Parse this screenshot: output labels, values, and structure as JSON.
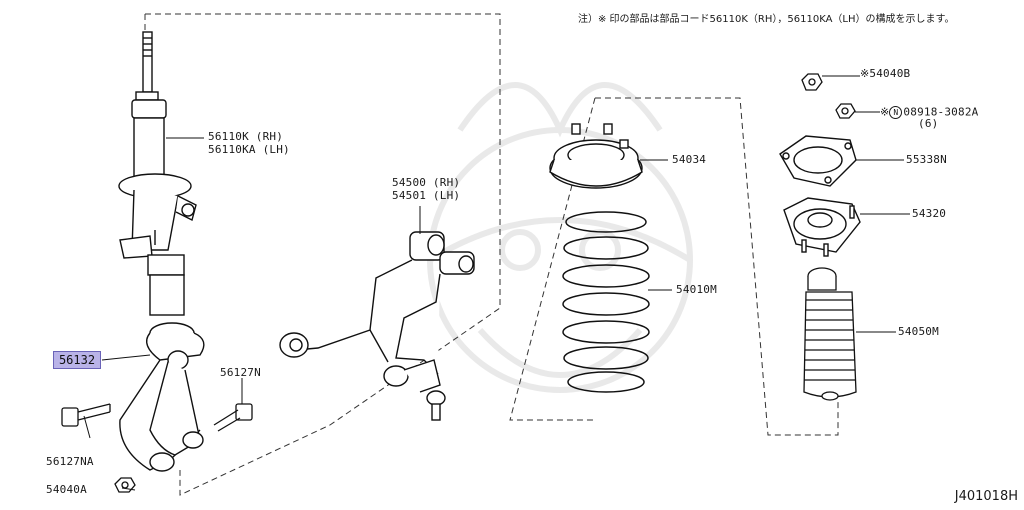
{
  "note": "注）※ 印の部品は部品コード56110K（RH），56110KA（LH）の構成を示します。",
  "reference_code": "J401018H",
  "highlight": {
    "part": "56132",
    "color": "#b9b3e8"
  },
  "labels": {
    "strut_rh": "56110K (RH)",
    "strut_lh": "56110KA (LH)",
    "arm_rh": "54500 (RH)",
    "arm_lh": "54501 (LH)",
    "bolt_n": "56127N",
    "bolt_na": "56127NA",
    "nut": "54040A",
    "seat": "54034",
    "spring": "54010M",
    "boot": "54050M",
    "mount_54320": "54320",
    "mount_55338": "55338N",
    "nut_b": "※54040B",
    "bolt_prefix": "※",
    "bolt_circle": "N",
    "bolt_code": "08918-3082A",
    "bolt_qty": "(6)"
  }
}
